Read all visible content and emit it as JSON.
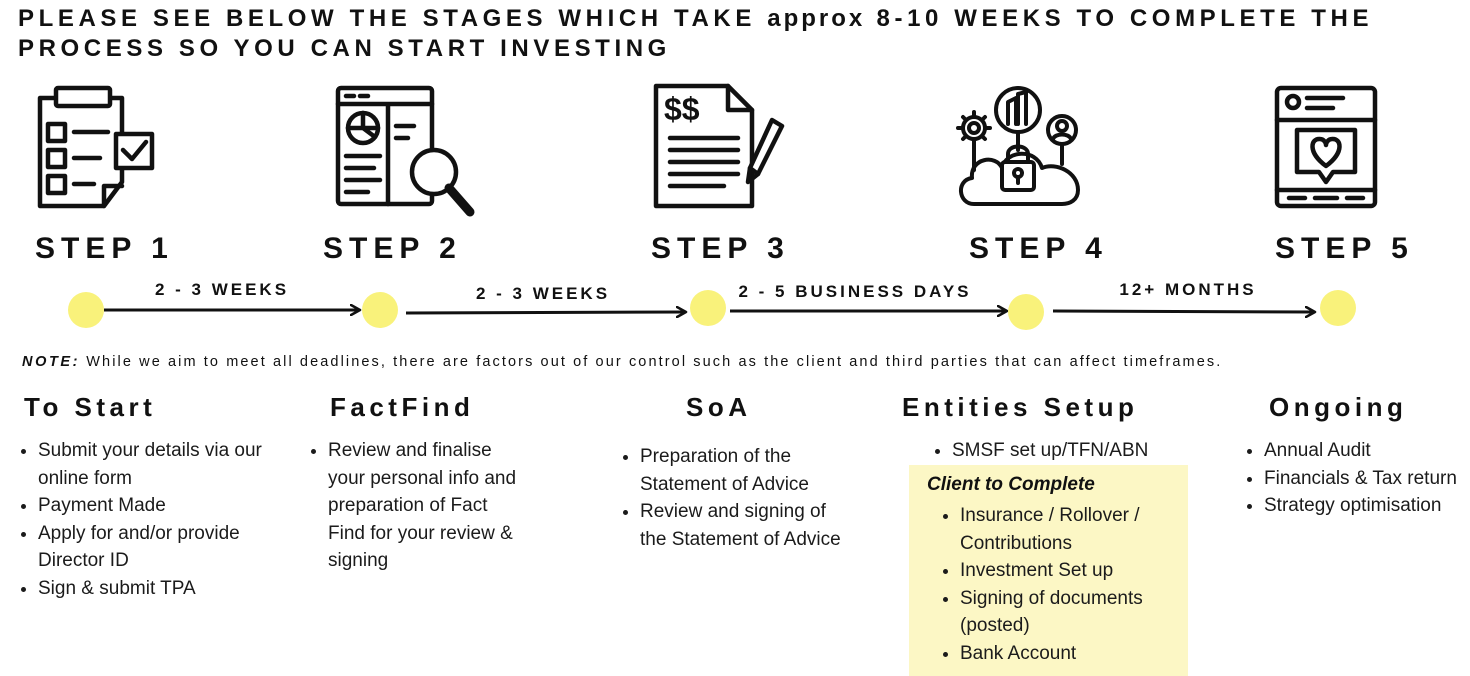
{
  "headline": {
    "part1": "PLEASE SEE BELOW THE STAGES WHICH TAKE",
    "part2": "approx",
    "part3": "8-10 WEEKS TO COMPLETE THE PROCESS SO YOU CAN START INVESTING"
  },
  "steps": [
    {
      "label": "STEP 1",
      "icon": "checklist-clipboard-icon"
    },
    {
      "label": "STEP 2",
      "icon": "document-magnifier-icon"
    },
    {
      "label": "STEP 3",
      "icon": "invoice-pencil-icon"
    },
    {
      "label": "STEP 4",
      "icon": "cloud-lock-network-icon"
    },
    {
      "label": "STEP 5",
      "icon": "heart-post-icon"
    }
  ],
  "durations": [
    "2 - 3 WEEKS",
    "2 - 3 WEEKS",
    "2 - 5 BUSINESS DAYS",
    "12+ MONTHS"
  ],
  "colors": {
    "dot": "#f9f27b",
    "highlight": "#fcf7c5",
    "ink": "#111111"
  },
  "note": {
    "label": "NOTE:",
    "text": "While we aim to meet all deadlines, there are factors out of our control such as the client and third parties that can   affect timeframes."
  },
  "columns": [
    {
      "title": "To Start",
      "items": [
        "Submit your details via our online form",
        "Payment Made",
        "Apply for and/or provide Director ID",
        "Sign & submit TPA"
      ]
    },
    {
      "title": "FactFind",
      "items": [
        "Review and finalise your personal info and preparation of Fact Find for your review & signing"
      ]
    },
    {
      "title": "SoA",
      "items": [
        "Preparation of the Statement of Advice",
        "Review and signing of the Statement of Advice"
      ]
    },
    {
      "title": "Entities Setup",
      "items": [
        "SMSF set up/TFN/ABN"
      ]
    },
    {
      "title": "Ongoing",
      "items": [
        "Annual Audit",
        "Financials & Tax return",
        "Strategy optimisation"
      ]
    }
  ],
  "client_box": {
    "title": "Client to Complete",
    "items": [
      "Insurance / Rollover / Contributions",
      "Investment Set up",
      "Signing of documents (posted)",
      "Bank Account"
    ]
  }
}
